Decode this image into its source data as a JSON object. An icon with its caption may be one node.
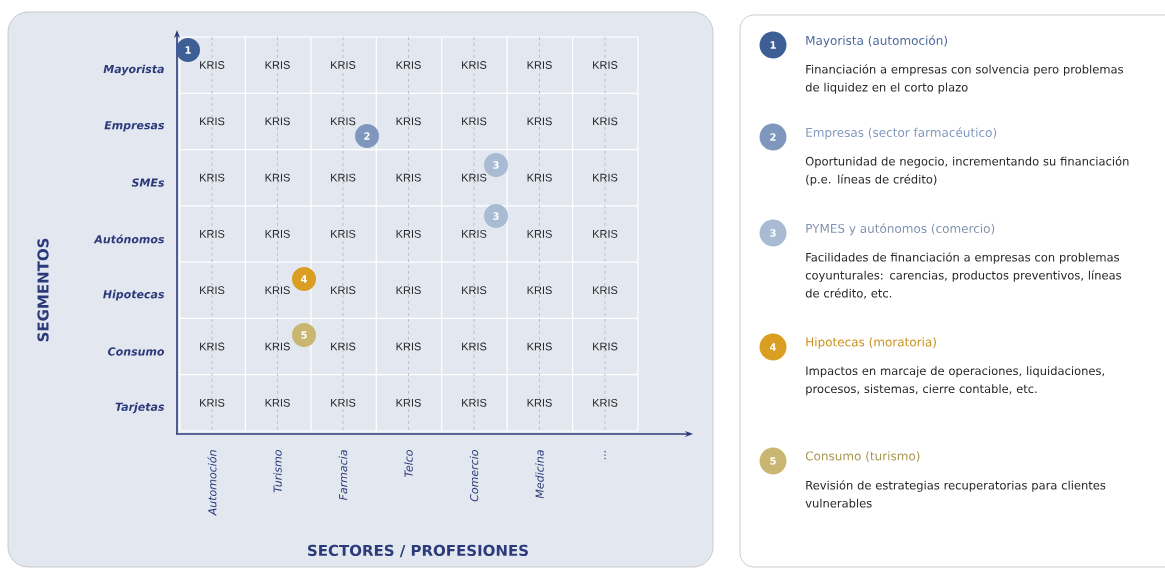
{
  "diagram": {
    "nodes": [
      {
        "text": [
          "1"
        ]
      },
      {
        "text": [
          "2"
        ]
      },
      {
        "text": [
          "3"
        ]
      },
      {
        "text": [
          "3"
        ]
      },
      {
        "text": [
          "4"
        ]
      },
      {
        "text": [
          "5"
        ]
      },
      {
        "text": [
          "1"
        ],
        "beside": [
          "Mayorista (automoción)",
          "Financiación a empresas con solvencia pero problemas de liquidez en el corto plazo"
        ]
      },
      {
        "text": [
          "2"
        ],
        "beside": [
          "Empresas (sector farmacéutico)",
          "Oportunidad de negocio, incrementando su financiación (p.e. líneas de crédito)"
        ]
      },
      {
        "text": [
          "3"
        ],
        "beside": [
          "PYMES y autónomos (comercio)",
          "Facilidades de financiación a empresas con problemas coyunturales: carencias, productos preventivos, líneas de crédito, etc."
        ]
      },
      {
        "text": [
          "4"
        ],
        "beside": [
          "Hipotecas (moratoria)",
          "Impactos en marcaje de operaciones, liquidaciones, procesos, sistemas, cierre contable, etc."
        ]
      },
      {
        "text": [
          "5"
        ],
        "beside": [
          "Consumo (turismo)",
          "Revisión de estrategias recuperatorias para clientes vulnerables"
        ]
      }
    ],
    "labels": [
      "Mayorista",
      "KRIS",
      "KRIS",
      "KRIS",
      "KRIS",
      "KRIS",
      "KRIS",
      "KRIS",
      "Empresas",
      "KRIS",
      "KRIS",
      "KRIS",
      "KRIS",
      "KRIS",
      "KRIS",
      "KRIS",
      "SMEs",
      "KRIS",
      "KRIS",
      "KRIS",
      "KRIS",
      "KRIS",
      "KRIS",
      "KRIS",
      "Autónomos",
      "KRIS",
      "KRIS",
      "KRIS",
      "KRIS",
      "KRIS",
      "KRIS",
      "KRIS",
      "Hipotecas",
      "KRIS",
      "KRIS",
      "KRIS",
      "KRIS",
      "KRIS",
      "KRIS",
      "KRIS",
      "Consumo",
      "KRIS",
      "KRIS",
      "KRIS",
      "KRIS",
      "KRIS",
      "KRIS",
      "KRIS",
      "Tarjetas",
      "KRIS",
      "KRIS",
      "KRIS",
      "KRIS",
      "KRIS",
      "KRIS",
      "KRIS",
      "Automoción",
      "Turismo",
      "Farmacia",
      "Telco",
      "Comercio",
      "Medicina",
      "...",
      "SEGMENTOS",
      "SECTORES / PROFESIONES"
    ]
  }
}
